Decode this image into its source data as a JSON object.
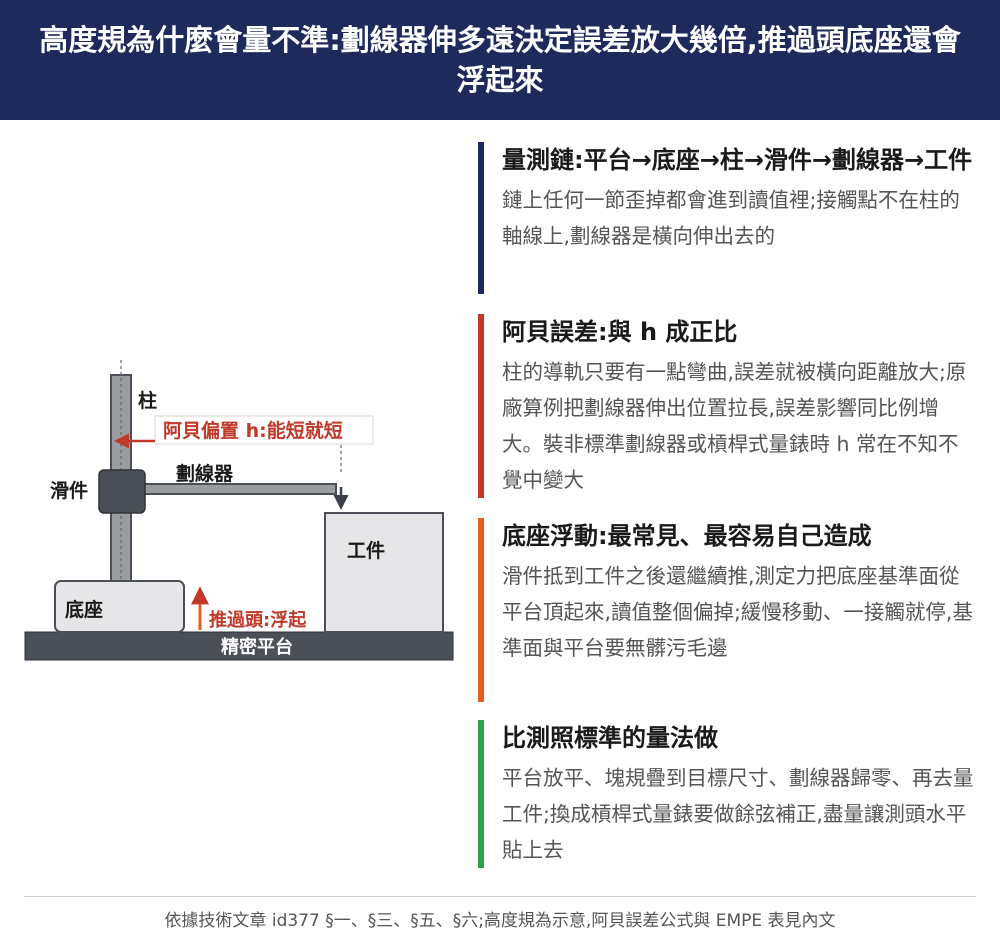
{
  "header": {
    "title": "高度規為什麼會量不準:劃線器伸多遠決定誤差放大幾倍,推過頭底座還會浮起來"
  },
  "diagram": {
    "labels": {
      "column": "柱",
      "slider": "滑件",
      "scriber": "劃線器",
      "abbe_offset": "阿貝偏置 h:能短就短",
      "workpiece": "工件",
      "base": "底座",
      "push_lift": "推過頭:浮起",
      "platform": "精密平台"
    },
    "colors": {
      "red": "#c0392b",
      "dark": "#4a4f58",
      "light": "#e6e6e8",
      "mid": "#9a9ca0"
    }
  },
  "sections": [
    {
      "title": "量測鏈:平台→底座→柱→滑件→劃線器→工件",
      "body": "鏈上任何一節歪掉都會進到讀值裡;接觸點不在柱的軸線上,劃線器是橫向伸出去的",
      "color": "#1f2a5c"
    },
    {
      "title": "阿貝誤差:與 h 成正比",
      "body": "柱的導軌只要有一點彎曲,誤差就被橫向距離放大;原廠算例把劃線器伸出位置拉長,誤差影響同比例增大。裝非標準劃線器或槓桿式量錶時 h 常在不知不覺中變大",
      "color": "#c0392b"
    },
    {
      "title": "底座浮動:最常見、最容易自己造成",
      "body": "滑件抵到工件之後還繼續推,測定力把底座基準面從平台頂起來,讀值整個偏掉;緩慢移動、一接觸就停,基準面與平台要無髒污毛邊",
      "color": "#e0621c"
    },
    {
      "title": "比測照標準的量法做",
      "body": "平台放平、塊規疊到目標尺寸、劃線器歸零、再去量工件;換成槓桿式量錶要做餘弦補正,盡量讓測頭水平貼上去",
      "color": "#2e9e4f"
    }
  ],
  "footer": {
    "note": "依據技術文章 id377 §一、§三、§五、§六;高度規為示意,阿貝誤差公式與 EMPE 表見內文"
  }
}
